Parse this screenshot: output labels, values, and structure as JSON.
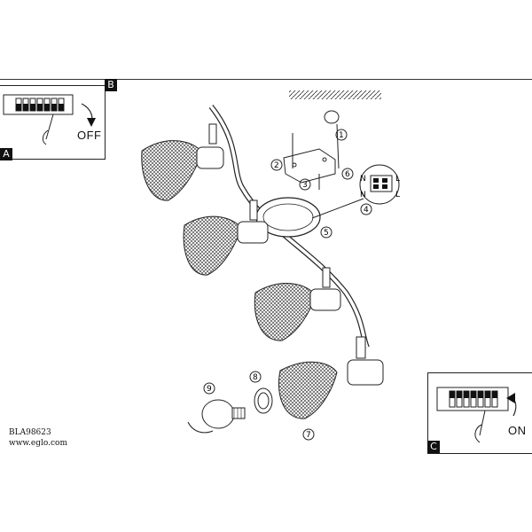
{
  "panels": {
    "b": {
      "tag": "B",
      "label": "OFF"
    },
    "a": {
      "tag": "A"
    },
    "c": {
      "tag": "C",
      "label": "ON"
    }
  },
  "product": {
    "code": "BLA98623",
    "website": "www.eglo.com"
  },
  "steps": [
    "1",
    "2",
    "3",
    "4",
    "5",
    "6",
    "7",
    "8",
    "9"
  ],
  "terminal": {
    "n": "N",
    "l": "L"
  },
  "icons": [
    "hand-icon",
    "rotate-arrow-icon",
    "screw-icon",
    "bulb-icon",
    "lamp-shade-icon"
  ]
}
